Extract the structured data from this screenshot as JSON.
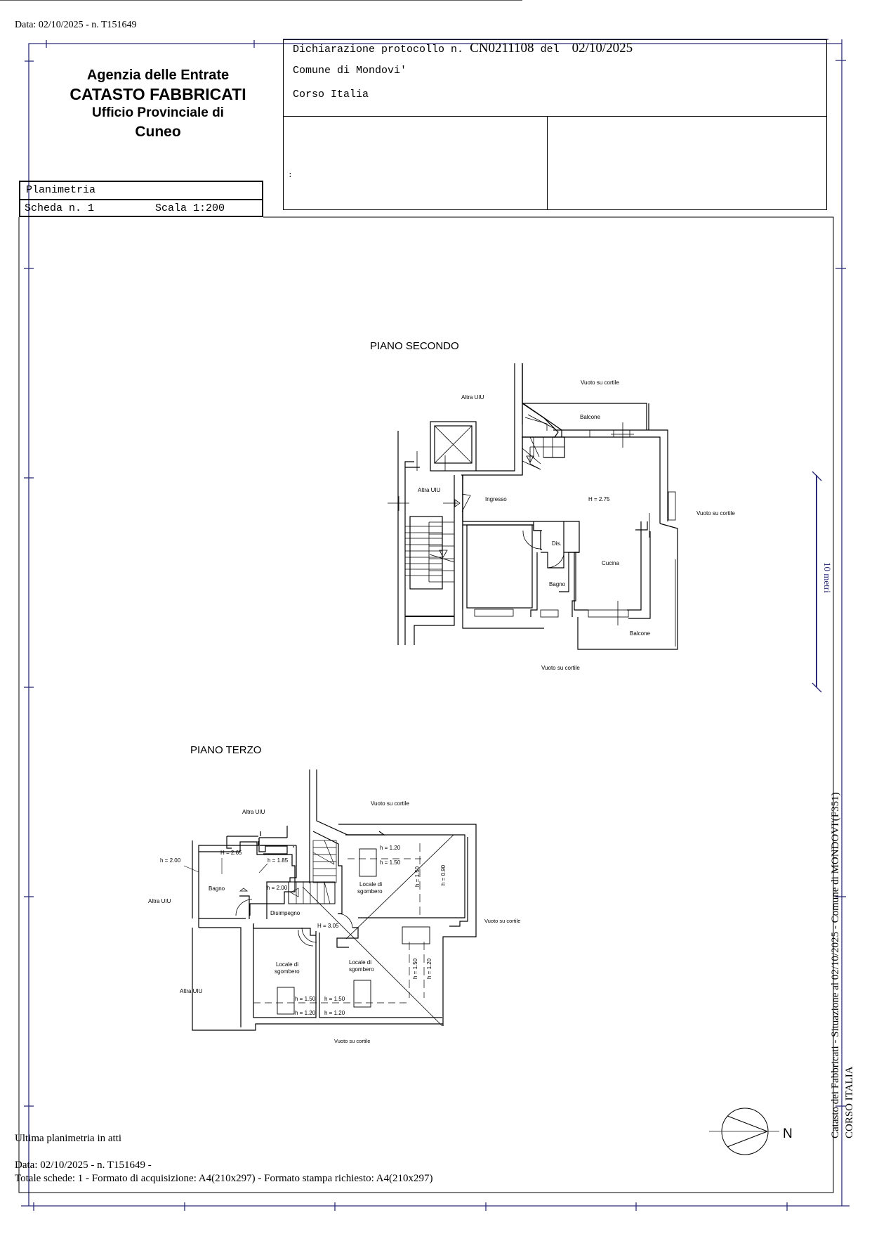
{
  "header": {
    "top_date": "Data: 02/10/2025 - n. T151649"
  },
  "agency": {
    "line1": "Agenzia delle Entrate",
    "line2": "CATASTO FABBRICATI",
    "line3": "Ufficio Provinciale di",
    "line4": "Cuneo"
  },
  "plan_box": {
    "title": "Planimetria",
    "sheet": "Scheda n. 1",
    "scale": "Scala 1:200"
  },
  "declaration": {
    "protocol_label": "Dichiarazione protocollo n.",
    "protocol_number": "CN0211108",
    "date_label": "del",
    "date": "02/10/2025",
    "comune": "Comune di Mondovi'",
    "address": "Corso Italia",
    "lower_left_mark": ":"
  },
  "floor_second": {
    "title": "PIANO SECONDO",
    "labels": {
      "altra_uiu_top": "Altra UIU",
      "altra_uiu_stair": "Altra UIU",
      "vuoto_top": "Vuoto su cortile",
      "balcone_top": "Balcone",
      "ingresso": "Ingresso",
      "height": "H = 2.75",
      "vuoto_right": "Vuoto su cortile",
      "dis": "Dis.",
      "cucina": "Cucina",
      "bagno": "Bagno",
      "balcone_bottom": "Balcone",
      "vuoto_bottom": "Vuoto su cortile"
    }
  },
  "floor_third": {
    "title": "PIANO TERZO",
    "labels": {
      "altra_uiu_top": "Altra UIU",
      "vuoto_top": "Vuoto su cortile",
      "h_200_left": "h = 2.00",
      "H_265": "H = 2.65",
      "h_185": "h = 1.85",
      "altra_uiu_left": "Altra UIU",
      "bagno": "Bagno",
      "h_200_stair": "h = 2.00",
      "disimpegno": "Disimpegno",
      "H_305": "H = 3.05",
      "h_120_top": "h = 1.20",
      "h_150_top": "h = 1.50",
      "locale_top_1": "Locale di",
      "locale_top_2": "sgombero",
      "h_150_vert": "h = 1.50",
      "h_090_vert": "h = 0.90",
      "vuoto_right": "Vuoto su cortile",
      "altra_uiu_bottom": "Altra UIU",
      "locale_left_1": "Locale di",
      "locale_left_2": "sgombero",
      "locale_right_1": "Locale di",
      "locale_right_2": "sgombero",
      "h_150_a": "h = 1.50",
      "h_150_b": "h = 1.50",
      "h_120_a": "h = 1.20",
      "h_120_b": "h = 1.20",
      "h_150_vert2": "h = 1.50",
      "h_120_vert2": "h = 1.20",
      "vuoto_bottom": "Vuoto su cortile"
    }
  },
  "scale_bar": {
    "label": "10 metri",
    "color": "#2b2b7a"
  },
  "north": {
    "label": "N",
    "icon": "north-arrow-icon"
  },
  "footer": {
    "last_plan": "Ultima planimetria in atti",
    "date_line": "Data: 02/10/2025 - n. T151649 -",
    "totals_line": "Totale schede: 1 - Formato di acquisizione: A4(210x297)  - Formato stampa richiesto: A4(210x297)"
  },
  "side_caption": {
    "line1": "Catasto dei Fabbricati - Situazione al 02/10/2025 - Comune di MONDOVI'(F351)",
    "line2": "CORSO ITALIA"
  },
  "colors": {
    "frame_blue": "#2b2b7a",
    "ink": "#000000"
  }
}
